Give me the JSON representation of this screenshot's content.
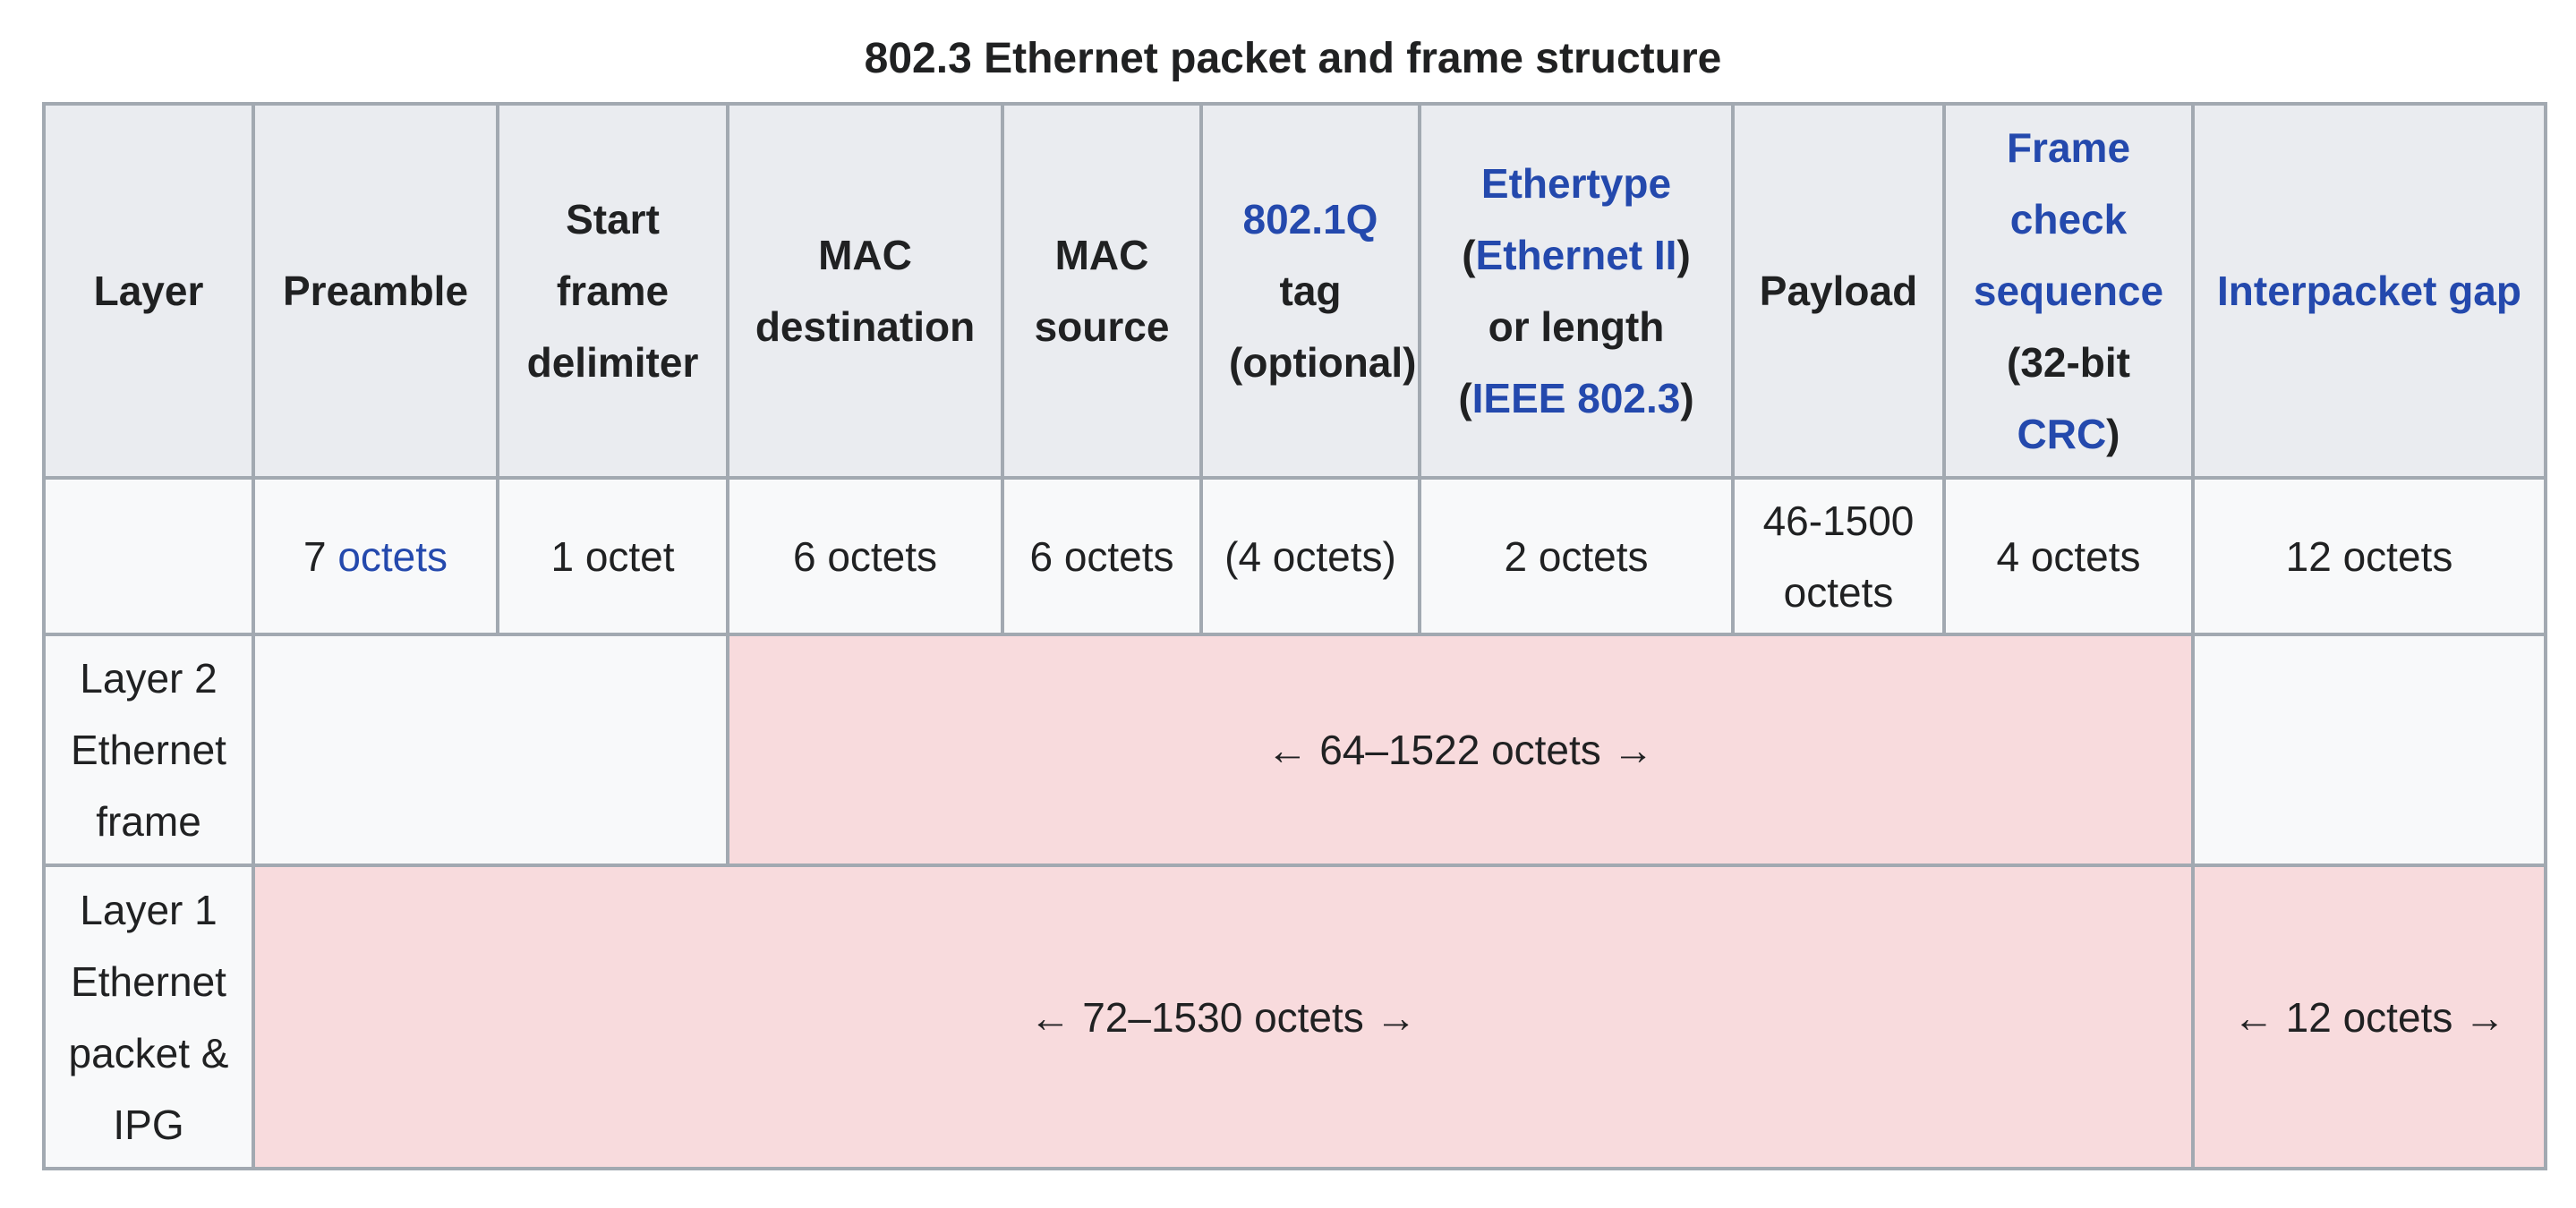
{
  "title": "802.3 Ethernet packet and frame structure",
  "colors": {
    "header_bg": "#eaecf0",
    "cell_bg": "#f8f9fa",
    "pink": "#f8dbdd",
    "border": "#a2a9b1",
    "link": "#2449ad",
    "text": "#202122",
    "page_bg": "#ffffff"
  },
  "header": {
    "layer": "Layer",
    "preamble": "Preamble",
    "start_frame_delimiter": "Start frame delimiter",
    "mac_destination": "MAC destination",
    "mac_source": "MAC source",
    "dot1q": {
      "link": "802.1Q",
      "rest": " tag (optional)"
    },
    "ethertype": {
      "link_ethertype": "Ethertype",
      "open": " (",
      "link_ethernet2": "Ethernet II",
      "mid": ") or length (",
      "link_ieee8023": "IEEE 802.3",
      "close": ")"
    },
    "payload": "Payload",
    "fcs": {
      "link_fcs": "Frame check sequence",
      "open": " (32-bit ",
      "link_crc": "CRC",
      "close": ")"
    },
    "interpacket_gap": "Interpacket gap"
  },
  "octets_row": {
    "preamble": {
      "num": "7 ",
      "link": "octets"
    },
    "start_frame_delimiter": "1 octet",
    "mac_destination": "6 octets",
    "mac_source": "6 octets",
    "dot1q": "(4 octets)",
    "ethertype": "2 octets",
    "payload": "46-1500 octets",
    "fcs": "4 octets",
    "interpacket_gap": "12 octets"
  },
  "layer2_row": {
    "label": "Layer 2 Ethernet frame",
    "frame_span": "← 64–1522 octets →"
  },
  "layer1_row": {
    "label": "Layer 1 Ethernet packet & IPG",
    "packet_span": "← 72–1530 octets →",
    "ipg_span": "← 12 octets →"
  }
}
